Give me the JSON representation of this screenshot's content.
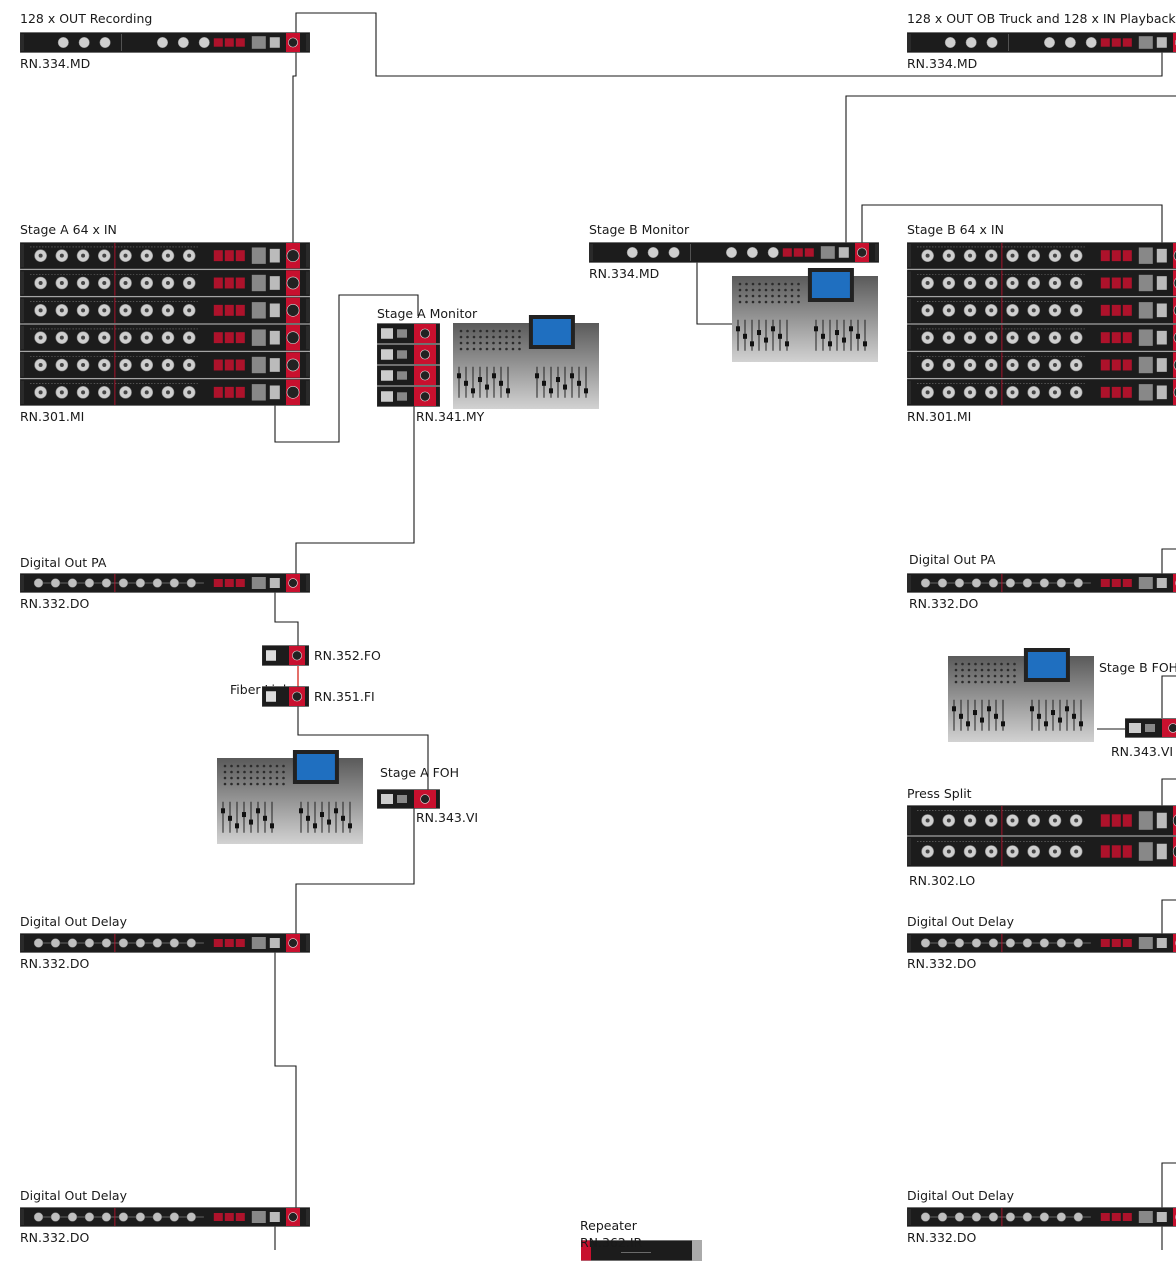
{
  "devices": {
    "rec_title": "128 x OUT Recording",
    "rec_model": "RN.334.MD",
    "ob_title": "128 x OUT OB Truck and 128 x IN Playback",
    "ob_model": "RN.334.MD",
    "stageA_in_title": "Stage A 64 x IN",
    "stageA_in_model": "RN.301.MI",
    "stageA_mon_title": "Stage A Monitor",
    "stageA_mon_model": "RN.341.MY",
    "stageB_mon_title": "Stage B Monitor",
    "stageB_mon_model": "RN.334.MD",
    "stageB_in_title": "Stage B 64 x IN",
    "stageB_in_model": "RN.301.MI",
    "dopa_a_title": "Digital Out PA",
    "dopa_a_model": "RN.332.DO",
    "fo_model": "RN.352.FO",
    "fiber_label": "Fiber Link",
    "fi_model": "RN.351.FI",
    "stageA_foh_title": "Stage A FOH",
    "stageA_foh_model": "RN.343.VI",
    "dod_a1_title": "Digital Out Delay",
    "dod_a1_model": "RN.332.DO",
    "dod_a2_title": "Digital Out Delay",
    "dod_a2_model": "RN.332.DO",
    "repeater_title": "Repeater",
    "repeater_model": "RN.362.IR",
    "dopa_b_title": "Digital Out PA",
    "dopa_b_model": "RN.332.DO",
    "stageB_foh_title": "Stage B FOH",
    "stageB_foh_model": "RN.343.VI",
    "press_title": "Press Split",
    "press_model": "RN.302.LO",
    "dod_b1_title": "Digital Out Delay",
    "dod_b1_model": "RN.332.DO",
    "dod_b2_title": "Digital Out Delay",
    "dod_b2_model": "RN.332.DO"
  },
  "colors": {
    "wire": "#1a1a1a",
    "fiber": "#d9342b",
    "rack_body": "#1c1c1c",
    "accent_red": "#c8102e",
    "console_screen": "#1f6fc0"
  }
}
